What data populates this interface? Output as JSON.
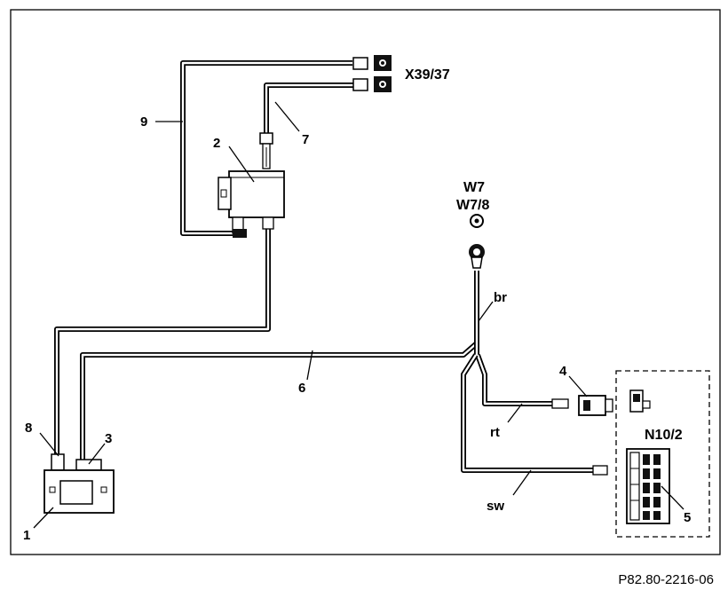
{
  "labels": {
    "item_1": "1",
    "item_2": "2",
    "item_3": "3",
    "item_4": "4",
    "item_5": "5",
    "item_6": "6",
    "item_7": "7",
    "item_8": "8",
    "item_9": "9",
    "x39_37": "X39/37",
    "w7": "W7",
    "w7_8": "W7/8",
    "br": "br",
    "rt": "rt",
    "sw": "sw",
    "n10_2": "N10/2"
  },
  "reference": "P82.80-2216-06"
}
